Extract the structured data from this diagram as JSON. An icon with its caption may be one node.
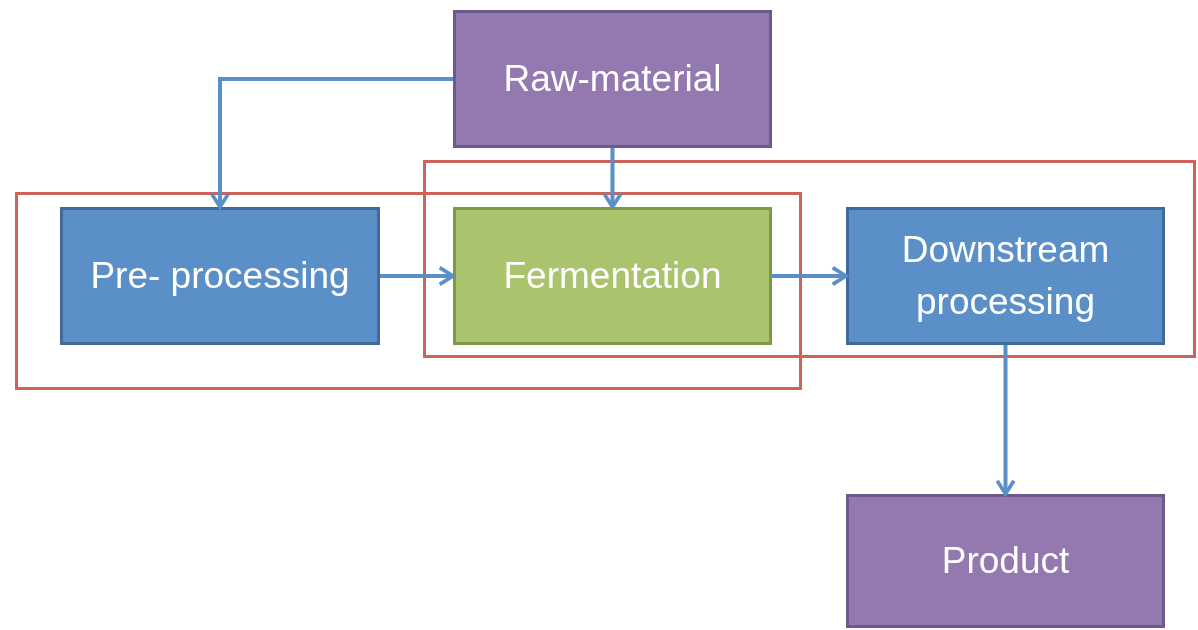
{
  "diagram": {
    "nodes": [
      {
        "text": [
          "Raw-material"
        ]
      },
      {
        "text": [],
        "shape": "box"
      },
      {
        "text": [],
        "shape": "box"
      },
      {
        "text": [
          "Pre- processing"
        ],
        "in": 1
      },
      {
        "text": [
          "Fermentation"
        ]
      },
      {
        "text": [
          "Downstream processing"
        ],
        "in": 2
      },
      {
        "text": [
          "Product"
        ]
      }
    ],
    "edges": [
      {
        "from": 0,
        "to": 3,
        "arrow": "to"
      },
      {
        "from": 0,
        "to": 4,
        "arrow": "to"
      },
      {
        "from": 3,
        "to": 4,
        "arrow": "to"
      },
      {
        "from": 4,
        "to": 5,
        "arrow": "to"
      },
      {
        "from": 5,
        "to": 6,
        "arrow": "to"
      }
    ]
  }
}
